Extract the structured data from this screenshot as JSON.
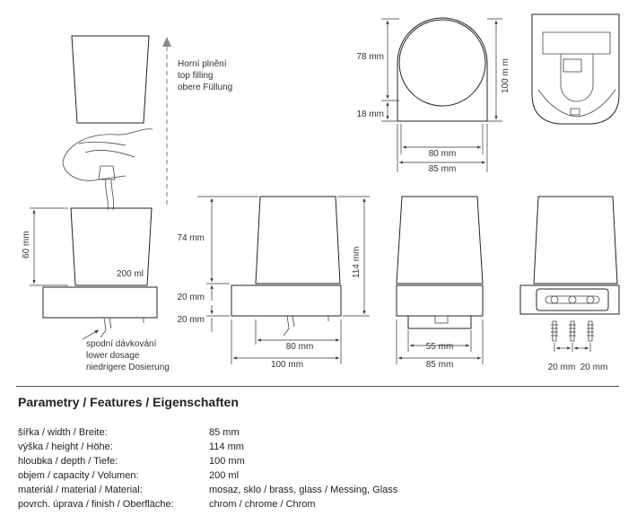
{
  "labels": {
    "top_filling": [
      "Horní plnění",
      "top filling",
      "obere Füllung"
    ],
    "lower_dosage": [
      "spodní dávkování",
      "lower dosage",
      "niedrigere Dosierung"
    ],
    "capacity": "200 ml"
  },
  "dimensions": {
    "fill_view_height": "60 mm",
    "side_body_height": "74 mm",
    "side_base_upper": "20 mm",
    "side_base_lower": "20 mm",
    "side_total_height": "114 mm",
    "side_inner_width": "80 mm",
    "side_depth": "100 mm",
    "front_inner_width": "55 mm",
    "front_width": "85 mm",
    "top_disc_height": "78 mm",
    "top_base_height": "18 mm",
    "top_total_height": "100 m m",
    "top_inner_width": "80 mm",
    "top_width": "85 mm",
    "screw_spacing_1": "20 mm",
    "screw_spacing_2": "20 mm"
  },
  "section_title": "Parametry / Features / Eigenschaften",
  "params": [
    {
      "key": "šířka / width / Breite:",
      "value": "85 mm"
    },
    {
      "key": "výška / height / Höhe:",
      "value": "114 mm"
    },
    {
      "key": "hloubka / depth / Tiefe:",
      "value": "100 mm"
    },
    {
      "key": "objem / capacity / Volumen:",
      "value": "200 ml"
    },
    {
      "key": "materiál / material / Material:",
      "value": "mosaz, sklo / brass, glass / Messing, Glass"
    },
    {
      "key": "povrch. úprava / finish / Oberfläche:",
      "value": "chrom / chrome / Chrom"
    }
  ]
}
